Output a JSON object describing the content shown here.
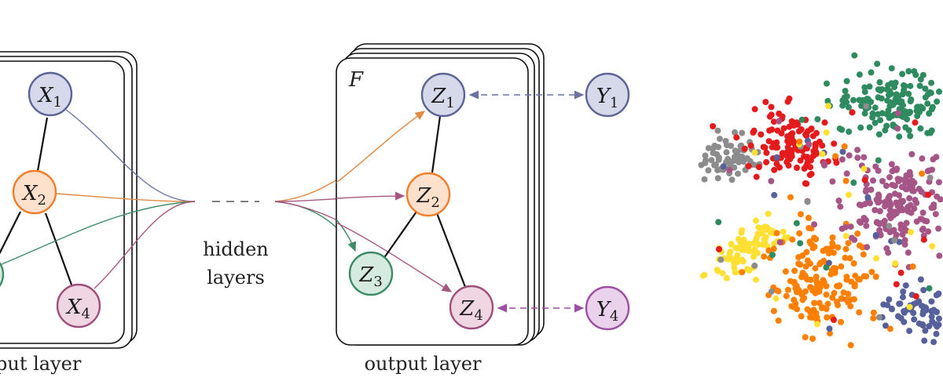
{
  "colors": {
    "x_fill": "#d5d9ea",
    "x_stroke": "#5b6494",
    "orange_fill": "#fde1cc",
    "orange_stroke": "#f07e2a",
    "green_fill": "#d6ebe0",
    "green_stroke": "#3c8b65",
    "pink_fill": "#f0d6e3",
    "pink_stroke": "#9b4f7a",
    "y4_fill": "#ead1ec",
    "y4_stroke": "#9b4fa0",
    "edge_blue": "#6c73a3",
    "edge_orange": "#e08a47",
    "edge_green": "#3f8c68",
    "edge_pink": "#a6577f"
  },
  "input_panel": {
    "caption": "put layer",
    "nodes": {
      "x1": {
        "letter": "X",
        "sub": "1"
      },
      "x2": {
        "letter": "X",
        "sub": "2"
      },
      "x4": {
        "letter": "X",
        "sub": "4"
      }
    }
  },
  "hidden": {
    "line1": "hidden",
    "line2": "layers"
  },
  "output_panel": {
    "label": "F",
    "caption": "output layer",
    "nodes": {
      "z1": {
        "letter": "Z",
        "sub": "1"
      },
      "z2": {
        "letter": "Z",
        "sub": "2"
      },
      "z3": {
        "letter": "Z",
        "sub": "3"
      },
      "z4": {
        "letter": "Z",
        "sub": "4"
      }
    }
  },
  "targets": {
    "y1": {
      "letter": "Y",
      "sub": "1"
    },
    "y4": {
      "letter": "Y",
      "sub": "4"
    }
  },
  "embedding": {
    "clusters": [
      {
        "name": "gray",
        "color": "#8c8c8c"
      },
      {
        "name": "red",
        "color": "#e41a1c"
      },
      {
        "name": "green",
        "color": "#2e8a5f"
      },
      {
        "name": "yellow",
        "color": "#ffe033"
      },
      {
        "name": "orange",
        "color": "#ff7f00"
      },
      {
        "name": "purple",
        "color": "#a65587"
      },
      {
        "name": "blue",
        "color": "#56609a"
      }
    ]
  }
}
